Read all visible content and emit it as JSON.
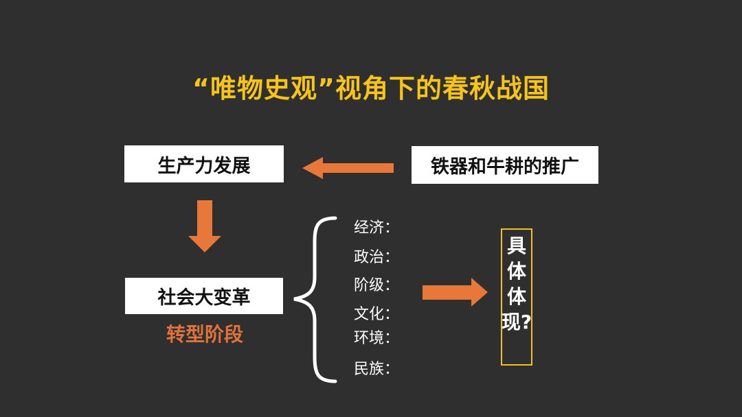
{
  "slide": {
    "title": "“唯物史观”视角下的春秋战国",
    "boxes": {
      "productivity": "生产力发展",
      "iron_ox": "铁器和牛耕的推广",
      "social_change": "社会大变革"
    },
    "transition_label": "转型阶段",
    "aspects": [
      "经济：",
      "政治：",
      "阶级：",
      "文化：",
      "环境：",
      "民族："
    ],
    "question_chars": [
      "具",
      "体",
      "体",
      "现?"
    ]
  },
  "colors": {
    "background": "#302f2f",
    "title": "#f7c417",
    "arrow": "#e8773a",
    "transition_label": "#e0733a",
    "question_border": "#f2c21b"
  }
}
